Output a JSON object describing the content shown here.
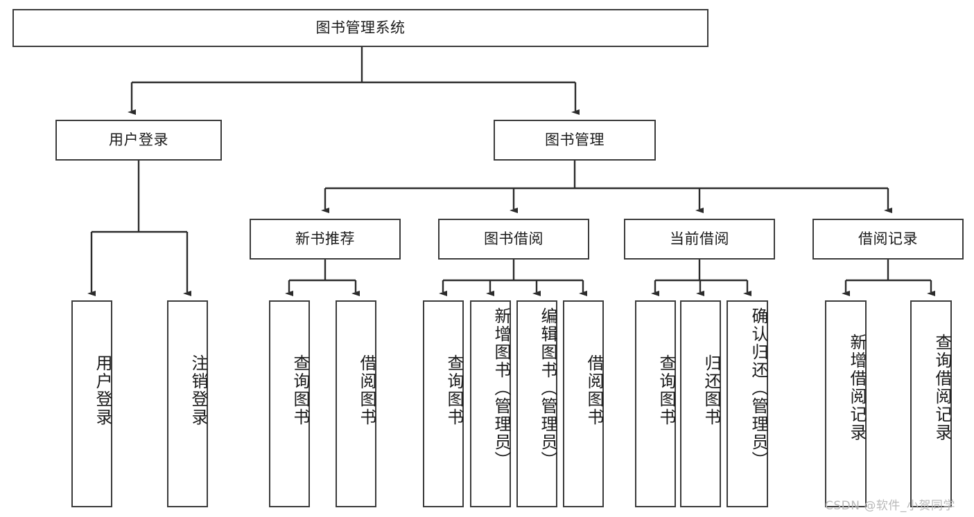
{
  "diagram": {
    "title_node": {
      "label": "图书管理系统"
    },
    "level2": [
      {
        "id": "user-login",
        "label": "用户登录"
      },
      {
        "id": "book-management",
        "label": "图书管理"
      }
    ],
    "level3": [
      {
        "id": "new-book-recommend",
        "label": "新书推荐"
      },
      {
        "id": "book-borrow",
        "label": "图书借阅"
      },
      {
        "id": "current-borrow",
        "label": "当前借阅"
      },
      {
        "id": "borrow-record",
        "label": "借阅记录"
      }
    ],
    "leaves": [
      {
        "id": "leaf-user-login",
        "label": "用户登录"
      },
      {
        "id": "leaf-logout",
        "label": "注销登录"
      },
      {
        "id": "leaf-query-book-1",
        "label": "查询图书"
      },
      {
        "id": "leaf-borrow-book-1",
        "label": "借阅图书"
      },
      {
        "id": "leaf-query-book-2",
        "label": "查询图书"
      },
      {
        "id": "leaf-add-book",
        "label": "新增图书（管理员）"
      },
      {
        "id": "leaf-edit-book",
        "label": "编辑图书（管理员）"
      },
      {
        "id": "leaf-borrow-book-2",
        "label": "借阅图书"
      },
      {
        "id": "leaf-query-book-3",
        "label": "查询图书"
      },
      {
        "id": "leaf-return-book",
        "label": "归还图书"
      },
      {
        "id": "leaf-confirm-return",
        "label": "确认归还（管理员）"
      },
      {
        "id": "leaf-add-record",
        "label": "新增借阅记录"
      },
      {
        "id": "leaf-query-record",
        "label": "查询借阅记录"
      }
    ]
  },
  "watermark": {
    "text": "CSDN @软件_小贺同学"
  },
  "colors": {
    "border": "#3a3a3a",
    "background": "#ffffff",
    "text": "#1a1a1a",
    "watermark": "#b9b9b9"
  }
}
